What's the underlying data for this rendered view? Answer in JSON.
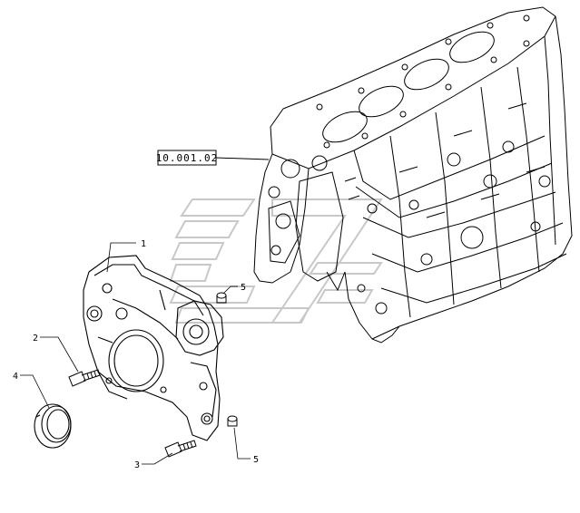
{
  "diagram": {
    "reference_box": {
      "label": "10.001.02"
    },
    "callouts": [
      {
        "id": "callout-1",
        "number": "1"
      },
      {
        "id": "callout-2",
        "number": "2"
      },
      {
        "id": "callout-3",
        "number": "3"
      },
      {
        "id": "callout-4",
        "number": "4"
      },
      {
        "id": "callout-5a",
        "number": "5"
      },
      {
        "id": "callout-5b",
        "number": "5"
      }
    ],
    "colors": {
      "line": "#000000",
      "watermark": "#cfcfcf",
      "background": "#ffffff"
    }
  }
}
